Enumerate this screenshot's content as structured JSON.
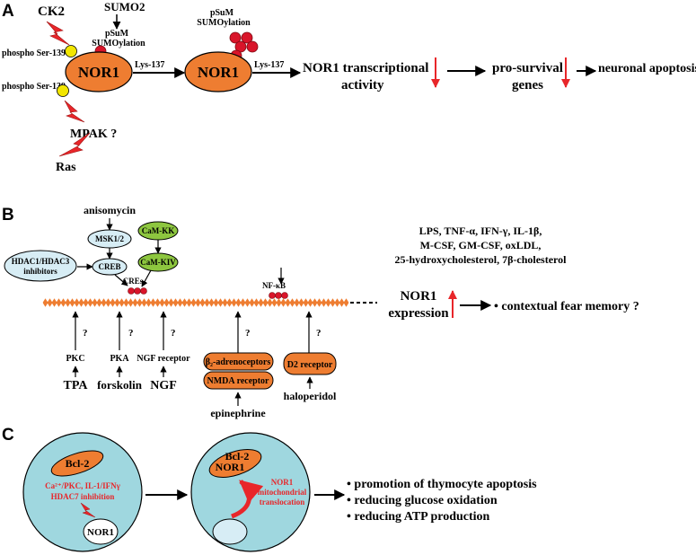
{
  "panels": {
    "a": "A",
    "b": "B",
    "c": "C"
  },
  "panel_a": {
    "ck2": "CK2",
    "sumo2": "SUMO2",
    "psum1": "pSuM",
    "sumoylation1": "SUMOylation",
    "psum2": "pSuM",
    "sumoylation2": "SUMOylation",
    "phospho1": "phospho Ser-139",
    "phospho2": "phospho Ser-139",
    "nor1_a": "NOR1",
    "nor1_b": "NOR1",
    "lys1": "Lys-137",
    "lys2": "Lys-137",
    "transcriptional_1": "NOR1 transcriptional",
    "transcriptional_2": "activity",
    "prosurvival_1": "pro-survival",
    "prosurvival_2": "genes",
    "apoptosis": "neuronal apoptosis",
    "mpak": "MPAK ?",
    "ras": "Ras"
  },
  "panel_b": {
    "anisomycin": "anisomycin",
    "msk": "MSK1/2",
    "camkk": "CaM-KK",
    "camkiv": "CaM-KIV",
    "creb": "CREB",
    "hdac_1": "HDAC1/HDAC3",
    "hdac_2": "inhibitors",
    "cres": "CREs",
    "stimuli_1": "LPS, TNF-α, IFN-γ, IL-1β,",
    "stimuli_2": "M-CSF, GM-CSF, oxLDL,",
    "stimuli_3": "25-hydroxycholesterol, 7β-cholesterol",
    "nfkb": "NF-κB",
    "nor1_expr_1": "NOR1",
    "nor1_expr_2": "expression",
    "fear": "• contextual fear memory ?",
    "q1": "?",
    "q2": "?",
    "q3": "?",
    "q4": "?",
    "q5": "?",
    "pkc": "PKC",
    "pka": "PKA",
    "ngf_receptor": "NGF receptor",
    "tpa": "TPA",
    "forskolin": "forskolin",
    "ngf": "NGF",
    "beta": "β₂-adrenoceptors",
    "nmda": "NMDA receptor",
    "d2": "D2 receptor",
    "epinephrine": "epinephrine",
    "haloperidol": "haloperidol"
  },
  "panel_c": {
    "bcl2_a": "Bcl-2",
    "ca_line": "Ca²⁺/PKC, IL-1/IFNγ",
    "hdac7": "HDAC7 inhibition",
    "nor1_c1": "NOR1",
    "bcl2_b": "Bcl-2",
    "nor1_c2": "NOR1",
    "mito_1": "NOR1",
    "mito_2": "mitochondrial",
    "mito_3": "translocation",
    "out_1": "• promotion of thymocyte apoptosis",
    "out_2": "• reducing glucose oxidation",
    "out_3": "• reducing ATP production"
  },
  "colors": {
    "nor1_fill": "#ee7d31",
    "sumo_red": "#d9152a",
    "phospho_yellow": "#f2e600",
    "kinase_green": "#8dc63f",
    "node_blue": "#d7edf5",
    "cell_fill": "#9fd7df",
    "arrow_red": "#e8262a"
  }
}
